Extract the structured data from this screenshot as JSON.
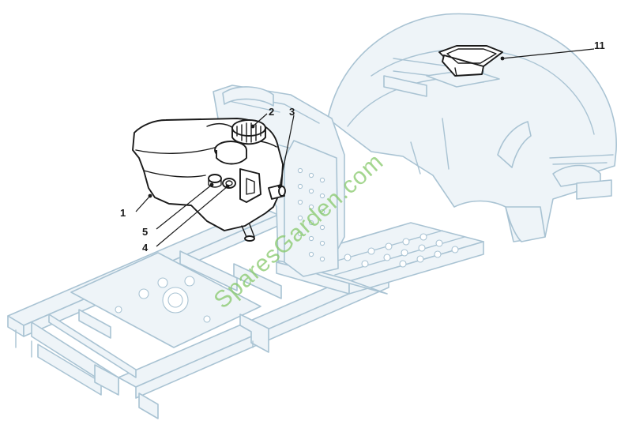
{
  "callouts": {
    "c1": "1",
    "c2": "2",
    "c3": "3",
    "c4": "4",
    "c5": "5",
    "c11": "11"
  },
  "watermark": "SparesGarden.com",
  "colors": {
    "ghost_stroke": "#a9c3d3",
    "ghost_fill": "#eef4f8",
    "part_stroke": "#1a1a1a",
    "watermark": "#86c96a"
  }
}
